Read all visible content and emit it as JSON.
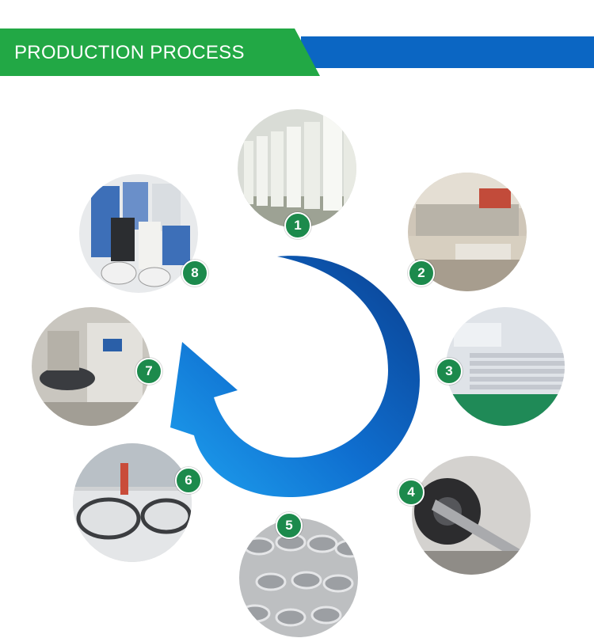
{
  "header": {
    "title": "PRODUCTION PROCESS"
  },
  "colors": {
    "green": "#22a845",
    "blue": "#0b66c3",
    "badge": "#1c8a4c",
    "arrow_dark": "#0a3f8f",
    "arrow_light": "#1fa3f0"
  },
  "steps": [
    {
      "number": "1",
      "icon": "filter-cartridges-photo"
    },
    {
      "number": "2",
      "icon": "cutting-machine-photo"
    },
    {
      "number": "3",
      "icon": "pleated-media-photo"
    },
    {
      "number": "4",
      "icon": "mesh-winding-machine-photo"
    },
    {
      "number": "5",
      "icon": "mesh-cylinders-photo"
    },
    {
      "number": "6",
      "icon": "end-cap-molding-photo"
    },
    {
      "number": "7",
      "icon": "glue-machine-photo"
    },
    {
      "number": "8",
      "icon": "finished-filters-photo"
    }
  ]
}
